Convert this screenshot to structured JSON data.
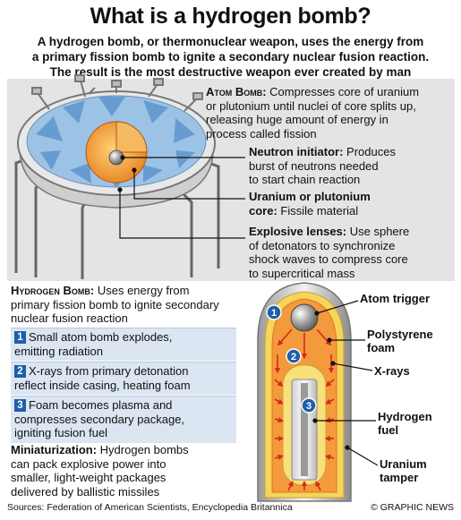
{
  "title": "What is a hydrogen bomb?",
  "intro": [
    "A hydrogen bomb, or thermonuclear weapon, uses the energy from",
    "a primary fission bomb to ignite a secondary nuclear fusion reaction.",
    "The result is the most destructive weapon ever created by man"
  ],
  "atom_bomb": {
    "heading": "Atom Bomb:",
    "lines": [
      " Compresses core of uranium",
      "or plutonium until nuclei of core splits up,",
      "releasing huge amount of energy in",
      "process called fission"
    ]
  },
  "neutron_initiator": {
    "heading": "Neutron initiator:",
    "lines": [
      " Produces",
      "burst of neutrons needed",
      "to start chain reaction"
    ]
  },
  "core": {
    "heading_lines": [
      "Uranium or plutonium",
      "core:"
    ],
    "text": " Fissile material"
  },
  "lenses": {
    "heading": "Explosive lenses:",
    "lines": [
      " Use sphere",
      "of detonators to synchronize",
      "shock waves to compress core",
      "to supercritical mass"
    ]
  },
  "hydrogen_bomb": {
    "heading": "Hydrogen Bomb:",
    "lines": [
      " Uses energy from",
      "primary fission bomb to ignite secondary",
      "nuclear fusion reaction"
    ]
  },
  "steps": [
    {
      "num": "1",
      "lines": [
        "Small atom bomb explodes,",
        "emitting radiation"
      ]
    },
    {
      "num": "2",
      "lines": [
        "X-rays from primary detonation",
        "reflect inside casing, heating foam"
      ]
    },
    {
      "num": "3",
      "lines": [
        "Foam becomes plasma and",
        "compresses secondary package,",
        "igniting fusion fuel"
      ]
    }
  ],
  "miniaturization": {
    "heading": "Miniaturization:",
    "lines": [
      " Hydrogen bombs",
      "can pack explosive power into",
      "smaller, light-weight packages",
      "delivered by ballistic missiles"
    ]
  },
  "callouts": {
    "atom_trigger": "Atom trigger",
    "polystyrene": [
      "Polystyrene",
      "foam"
    ],
    "xrays": "X-rays",
    "hydrogen_fuel": [
      "Hydrogen",
      "fuel"
    ],
    "uranium_tamper": [
      "Uranium",
      "tamper"
    ]
  },
  "diagram_markers": [
    "1",
    "2",
    "3"
  ],
  "footer": {
    "sources": "Sources: Federation of American Scientists, Encyclopedia Britannica",
    "credit": "© GRAPHIC NEWS"
  },
  "colors": {
    "blue_marker": "#1f5fa8",
    "foam_orange": "#f39a3c",
    "casing_yellow": "#f7d45a",
    "step_bg": "#dbe6f2",
    "arrow_red": "#d8281c"
  }
}
